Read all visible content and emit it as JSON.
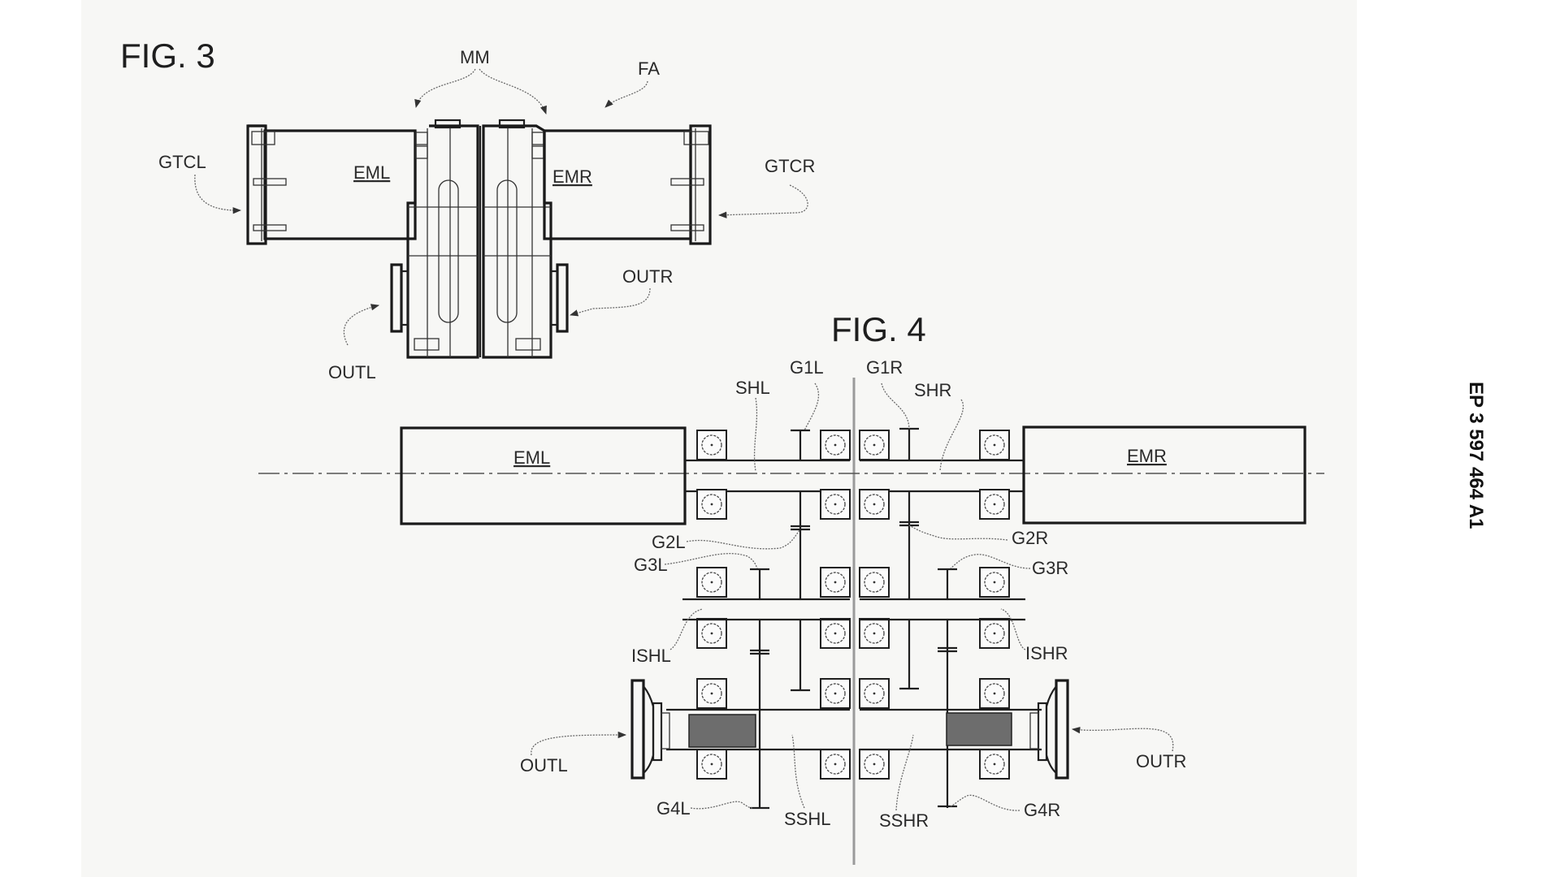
{
  "document": {
    "publication_number": "EP 3 597 464 A1"
  },
  "fig3": {
    "title": "FIG. 3",
    "labels": {
      "MM": "MM",
      "FA": "FA",
      "GTCL": "GTCL",
      "EML": "EML",
      "EMR": "EMR",
      "GTCR": "GTCR",
      "OUTR": "OUTR",
      "OUTL": "OUTL"
    }
  },
  "fig4": {
    "title": "FIG. 4",
    "labels": {
      "EML": "EML",
      "EMR": "EMR",
      "SHL": "SHL",
      "G1L": "G1L",
      "G1R": "G1R",
      "SHR": "SHR",
      "G2L": "G2L",
      "G3L": "G3L",
      "G2R": "G2R",
      "G3R": "G3R",
      "ISHL": "ISHL",
      "ISHR": "ISHR",
      "OUTL": "OUTL",
      "OUTR": "OUTR",
      "G4L": "G4L",
      "SSHL": "SSHL",
      "SSHR": "SSHR",
      "G4R": "G4R"
    }
  }
}
